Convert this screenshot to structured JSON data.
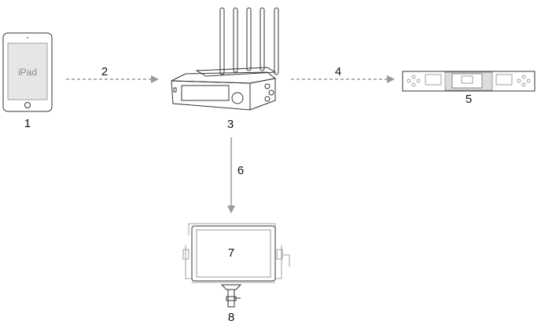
{
  "devices": {
    "ipad": {
      "number": "1",
      "screen_text": "iPad"
    },
    "transmitter": {
      "number": "3"
    },
    "rack_unit": {
      "number": "5"
    },
    "light_panel": {
      "number": "7"
    },
    "stand": {
      "number": "8"
    }
  },
  "connections": [
    {
      "label": "2",
      "style": "dashed",
      "from": "1",
      "to": "3"
    },
    {
      "label": "4",
      "style": "dashed",
      "from": "3",
      "to": "5"
    },
    {
      "label": "6",
      "style": "solid",
      "from": "3",
      "to": "7"
    }
  ],
  "colors": {
    "arrow": "#999999",
    "line": "#333333"
  }
}
